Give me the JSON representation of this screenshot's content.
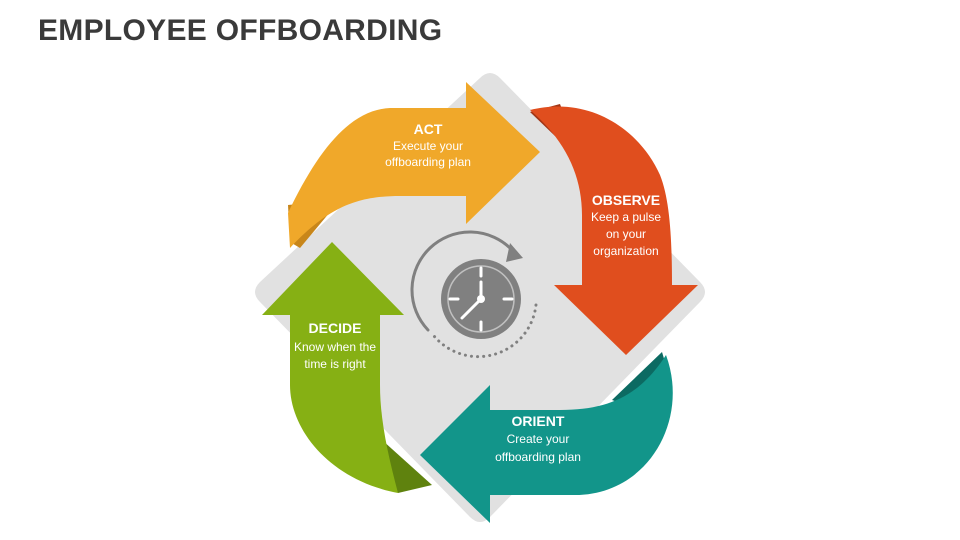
{
  "title": "EMPLOYEE OFFBOARDING",
  "steps": [
    {
      "key": "act",
      "title": "ACT",
      "lines": [
        "Execute your",
        "offboarding plan"
      ],
      "color": "#F0A82A",
      "shade": "#C8861A"
    },
    {
      "key": "observe",
      "title": "OBSERVE",
      "lines": [
        "Keep a pulse",
        "on your",
        "organization"
      ],
      "color": "#E04E1E",
      "shade": "#A23616"
    },
    {
      "key": "orient",
      "title": "ORIENT",
      "lines": [
        "Create your",
        "offboarding plan"
      ],
      "color": "#12958A",
      "shade": "#0C6A62"
    },
    {
      "key": "decide",
      "title": "DECIDE",
      "lines": [
        "Know when the",
        "time is right"
      ],
      "color": "#86B014",
      "shade": "#5F820E"
    }
  ],
  "background_shape_color": "#E1E1E1",
  "icon": "clock-cycle-icon",
  "icon_color": "#808080"
}
